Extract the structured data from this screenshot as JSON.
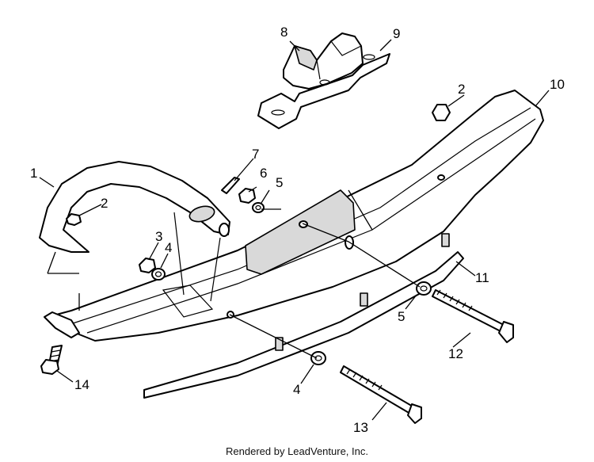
{
  "callouts": {
    "c1": "1",
    "c2a": "2",
    "c2b": "2",
    "c3": "3",
    "c4a": "4",
    "c4b": "4",
    "c5a": "5",
    "c5b": "5",
    "c6": "6",
    "c7": "7",
    "c8": "8",
    "c9": "9",
    "c10": "10",
    "c11": "11",
    "c12": "12",
    "c13": "13",
    "c14": "14"
  },
  "footer": "Rendered by LeadVenture, Inc."
}
